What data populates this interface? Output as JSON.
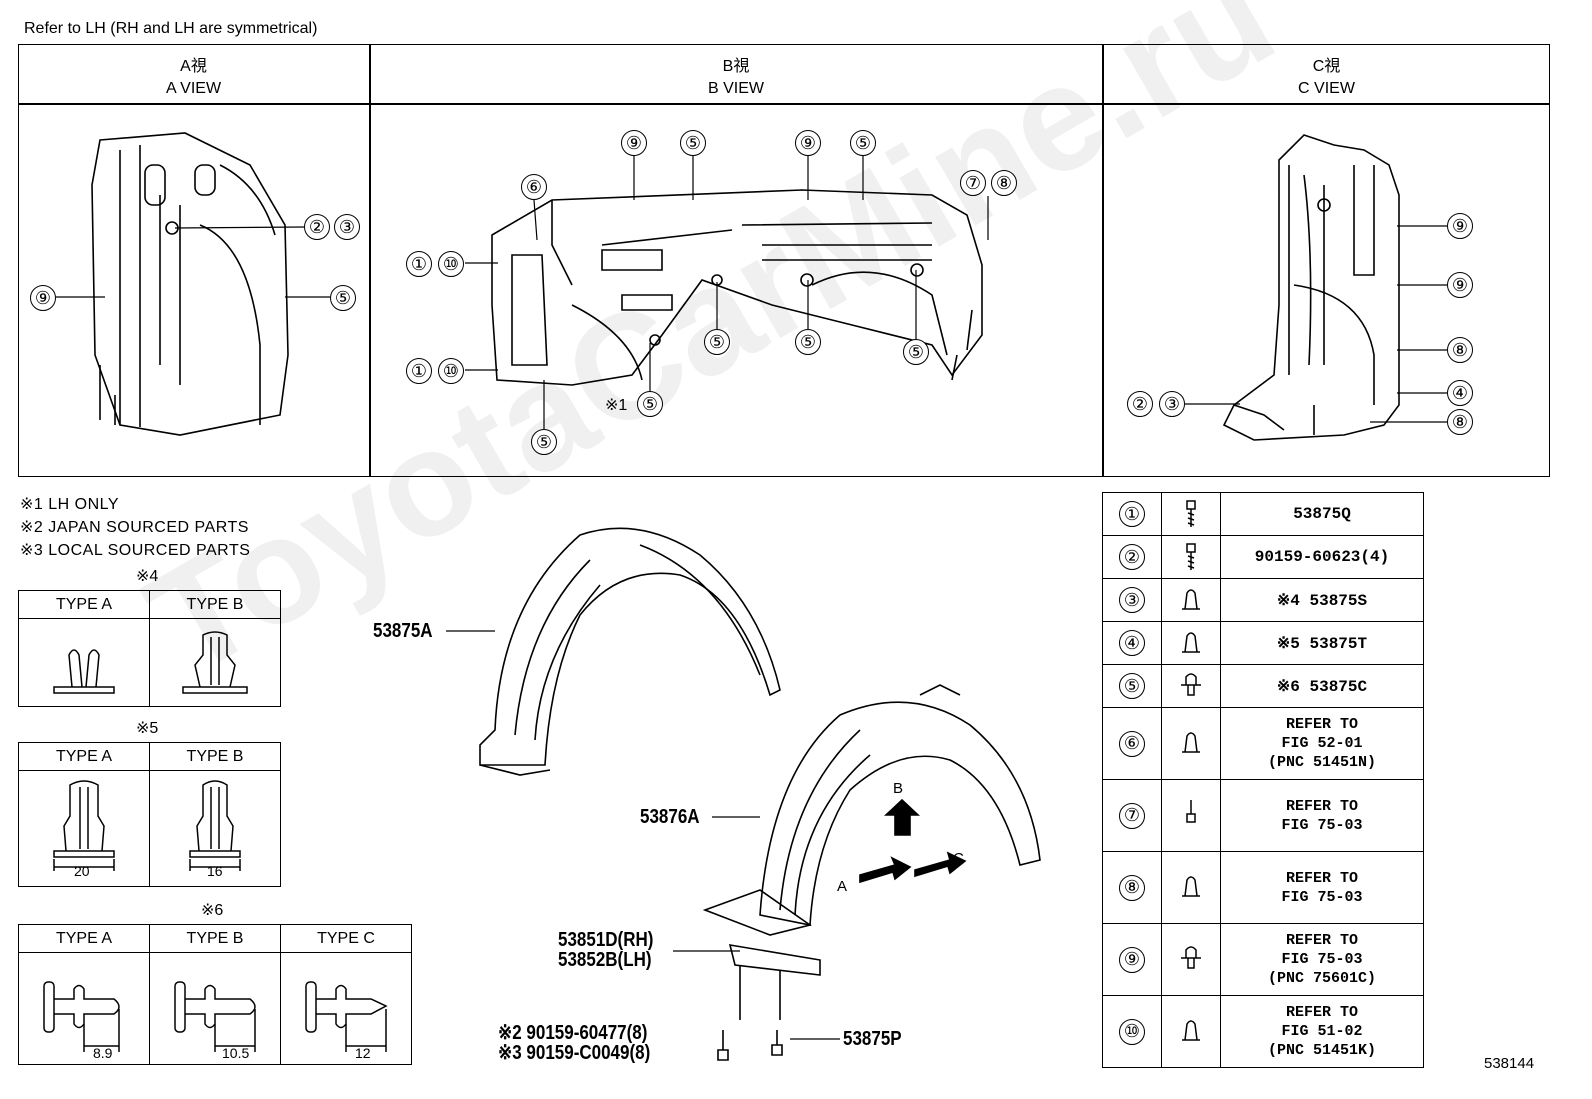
{
  "top_note": "Refer to LH (RH and LH are symmetrical)",
  "views": [
    {
      "kanji": "A視",
      "label": "A VIEW"
    },
    {
      "kanji": "B視",
      "label": "B VIEW"
    },
    {
      "kanji": "C視",
      "label": "C VIEW"
    }
  ],
  "a_view_callouts": [
    "②③",
    "⑨",
    "⑤"
  ],
  "b_view_callouts": [
    "⑨",
    "⑤",
    "⑨",
    "⑤",
    "⑥",
    "⑦⑧",
    "①⑩",
    "①⑩",
    "⑤",
    "⑤",
    "⑤",
    "※1⑤",
    "⑤"
  ],
  "c_view_callouts": [
    "⑨",
    "⑨",
    "⑧",
    "④",
    "⑧",
    "②③"
  ],
  "notes": [
    "※1 LH ONLY",
    "※2 JAPAN SOURCED PARTS",
    "※3 LOCAL SOURCED PARTS"
  ],
  "type_tables": [
    {
      "title": "※4",
      "headers": [
        "TYPE A",
        "TYPE B"
      ],
      "dims": []
    },
    {
      "title": "※5",
      "headers": [
        "TYPE A",
        "TYPE B"
      ],
      "dims": [
        "20",
        "16"
      ]
    },
    {
      "title": "※6",
      "headers": [
        "TYPE A",
        "TYPE B",
        "TYPE C"
      ],
      "dims": [
        "8.9",
        "10.5",
        "12"
      ]
    }
  ],
  "part_labels": {
    "liner_a": "53875A",
    "liner_b": "53876A",
    "bracket_rh": "53851D(RH)",
    "bracket_lh": "53852B(LH)",
    "bolt_jp": "※2 90159-60477(8)",
    "bolt_local": "※3 90159-C0049(8)",
    "bolt_p": "53875P",
    "arrow_a": "A",
    "arrow_b": "B",
    "arrow_c": "C"
  },
  "legend": [
    {
      "num": "①",
      "part": "53875Q"
    },
    {
      "num": "②",
      "part": "90159-60623(4)"
    },
    {
      "num": "③",
      "part": "※4 53875S"
    },
    {
      "num": "④",
      "part": "※5 53875T"
    },
    {
      "num": "⑤",
      "part": "※6 53875C"
    },
    {
      "num": "⑥",
      "part": "REFER TO\nFIG 52-01\n(PNC 51451N)"
    },
    {
      "num": "⑦",
      "part": "REFER TO\nFIG 75-03"
    },
    {
      "num": "⑧",
      "part": "REFER TO\nFIG 75-03"
    },
    {
      "num": "⑨",
      "part": "REFER TO\nFIG 75-03\n(PNC 75601C)"
    },
    {
      "num": "⑩",
      "part": "REFER TO\nFIG 51-02\n(PNC 51451K)"
    }
  ],
  "figure_id": "538144",
  "watermark": "ToyotaCarMine.ru"
}
